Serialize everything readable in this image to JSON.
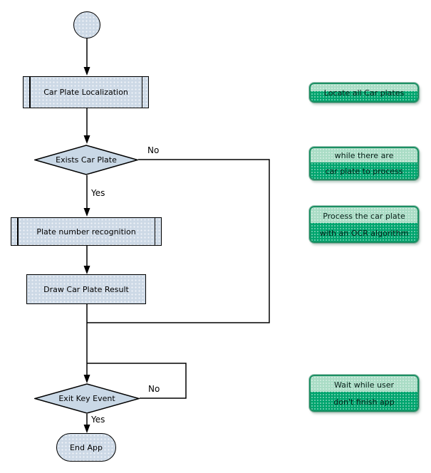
{
  "colors": {
    "node-fill": "#cdd9e6",
    "node-border": "#000000",
    "line": "#000000",
    "callout-light": "#a9dcc5",
    "callout-dark": "#00a56e",
    "callout-border": "#1b8f63",
    "text": "#000000"
  },
  "flowchart": {
    "nodes": {
      "localization": {
        "label": "Car Plate Localization"
      },
      "exists_plate": {
        "label": "Exists Car Plate"
      },
      "recognition": {
        "label": "Plate number recognition"
      },
      "draw_result": {
        "label": "Draw Car Plate Result"
      },
      "exit_key": {
        "label": "Exit Key Event"
      },
      "end": {
        "label": "End App"
      }
    },
    "edge_labels": {
      "exists_no": "No",
      "exists_yes": "Yes",
      "exit_no": "No",
      "exit_yes": "Yes"
    }
  },
  "annotations": [
    {
      "lines": [
        "Locate all Car plates"
      ]
    },
    {
      "lines": [
        "while there are",
        "car plate to process"
      ]
    },
    {
      "lines": [
        "Process the car plate",
        "with an OCR algorithm"
      ]
    },
    {
      "lines": [
        "Wait while user",
        "don't finish app"
      ]
    }
  ]
}
